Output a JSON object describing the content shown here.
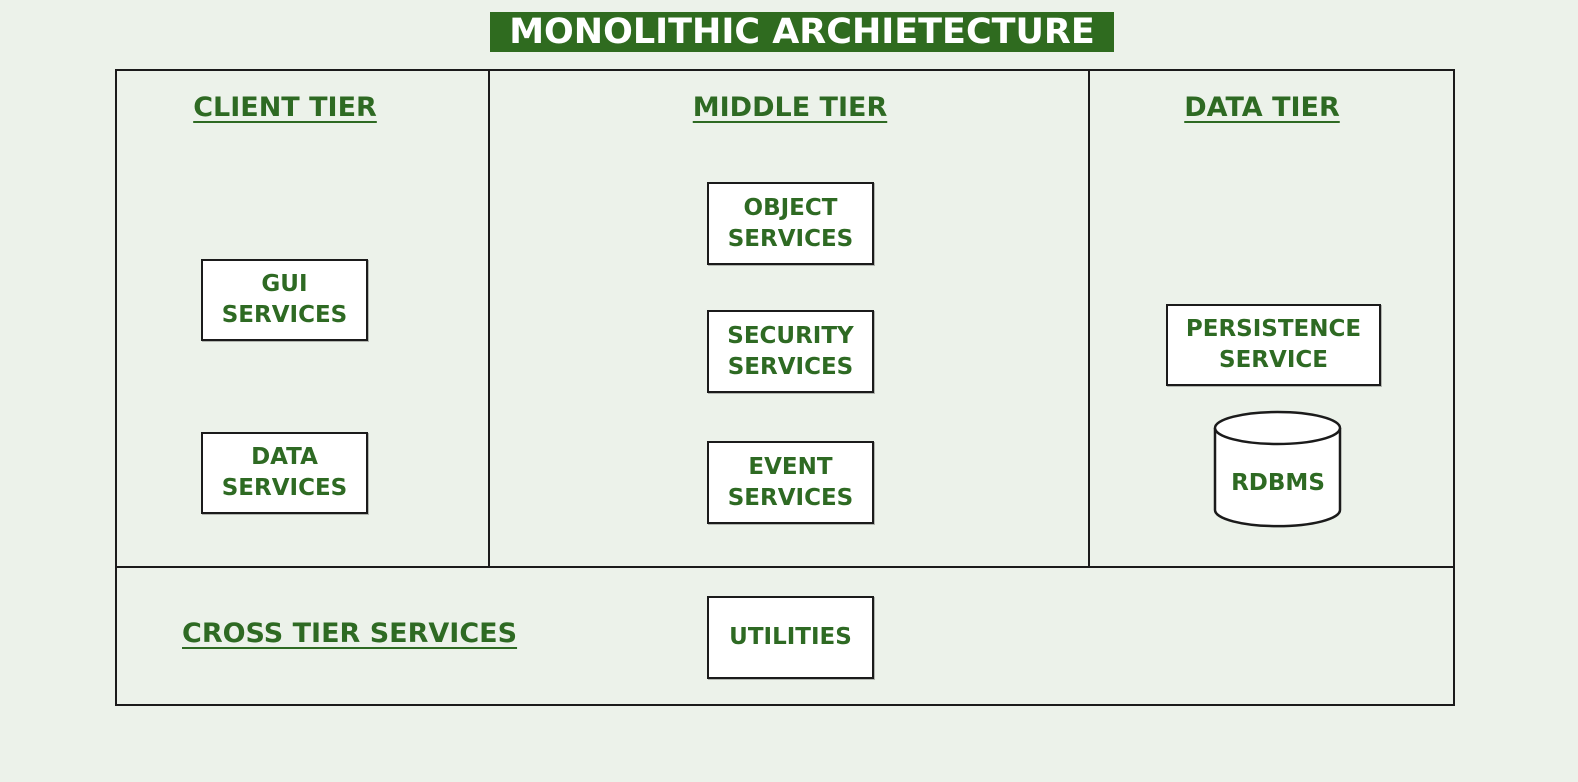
{
  "diagram": {
    "title": "MONOLITHIC ARCHIETECTURE",
    "tiers": {
      "client": {
        "heading": "CLIENT TIER",
        "components": [
          "GUI\nSERVICES",
          "DATA\nSERVICES"
        ]
      },
      "middle": {
        "heading": "MIDDLE TIER",
        "components": [
          "OBJECT\nSERVICES",
          "SECURITY\nSERVICES",
          "EVENT\nSERVICES"
        ]
      },
      "data": {
        "heading": "DATA TIER",
        "components": [
          "PERSISTENCE\nSERVICE"
        ],
        "database": "RDBMS"
      }
    },
    "cross_tier": {
      "heading": "CROSS TIER SERVICES",
      "components": [
        "UTILITIES"
      ]
    },
    "colors": {
      "title_background": "#2f6b1f",
      "text_green": "#2e6a23",
      "page_background": "#ecf2ea",
      "box_fill": "#ffffff",
      "border": "#1b1b1b"
    }
  }
}
